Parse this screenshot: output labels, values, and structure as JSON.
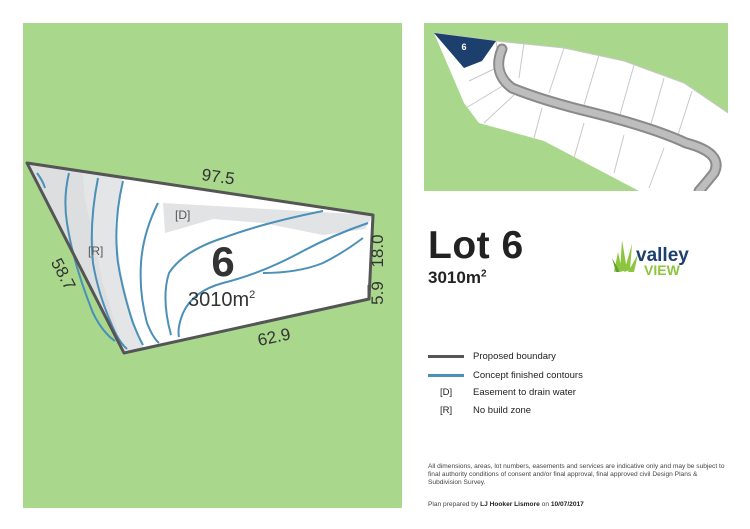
{
  "lot": {
    "number": "6",
    "title": "Lot 6",
    "area_value": "3010m",
    "area_unit_sup": "2"
  },
  "plan": {
    "lot_label": "6",
    "area_label": "3010m",
    "area_sup": "2",
    "easement_label": "[D]",
    "no_build_label": "[R]",
    "dimensions": [
      "97.5",
      "18.0",
      "5.9",
      "62.9",
      "58.7"
    ]
  },
  "key_map": {
    "highlight_label": "6",
    "highlight_color": "#1d3f6e"
  },
  "logo": {
    "word1": "valley",
    "word2": "VIEW",
    "color_word1": "#1d3f6e",
    "color_word2": "#8cc63f"
  },
  "legend": [
    {
      "type": "line",
      "color": "#555555",
      "label": "Proposed boundary"
    },
    {
      "type": "line",
      "color": "#4a90b8",
      "label": "Concept finished contours"
    },
    {
      "type": "code",
      "code": "[D]",
      "label": "Easement to drain water"
    },
    {
      "type": "code",
      "code": "[R]",
      "label": "No build zone"
    }
  ],
  "disclaimer": "All dimensions, areas, lot numbers, easements and services are indicative only and may be subject to final authority conditions of consent and/or final approval, final approved civil Design Plans & Subdivision Survey.",
  "prepared": {
    "prefix": "Plan prepared by",
    "agent": "LJ Hooker Lismore",
    "on": "on",
    "date": "10/07/2017"
  },
  "colors": {
    "grass": "#a9d88d",
    "boundary": "#555555",
    "contour": "#4a90b8",
    "lot_fill": "#ffffff",
    "easement_fill": "#e2e3e5",
    "no_build_fill": "#d9dadc"
  }
}
